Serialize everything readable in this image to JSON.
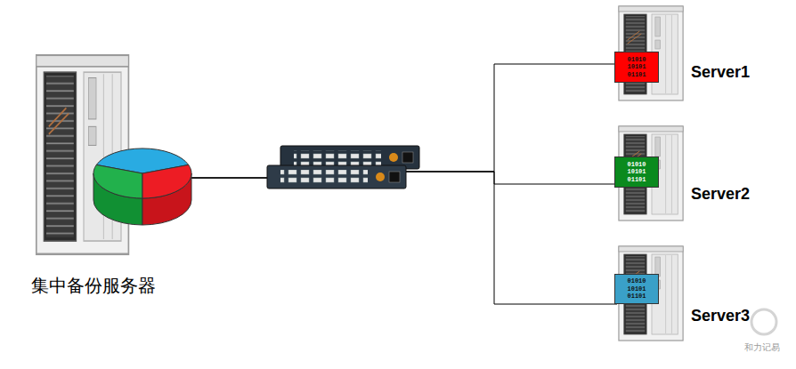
{
  "diagram": {
    "nodes": [
      {
        "text": [
          "集中备份服务器"
        ]
      },
      {
        "text": [
          "Server1"
        ]
      },
      {
        "text": [
          "01010 10101 01101"
        ],
        "in": 1
      },
      {
        "text": [
          "Server2"
        ]
      },
      {
        "text": [
          "01010 10101 01101"
        ],
        "in": 3
      },
      {
        "text": [
          "Server3"
        ]
      },
      {
        "text": [
          "01010 10101 01101"
        ],
        "in": 5
      }
    ],
    "edges": [
      {
        "from": 0,
        "to": 1,
        "arrow": "none"
      },
      {
        "from": 0,
        "to": 3,
        "arrow": "none"
      },
      {
        "from": 0,
        "to": 5,
        "arrow": "none"
      }
    ],
    "labels": [
      "和力记易"
    ]
  }
}
